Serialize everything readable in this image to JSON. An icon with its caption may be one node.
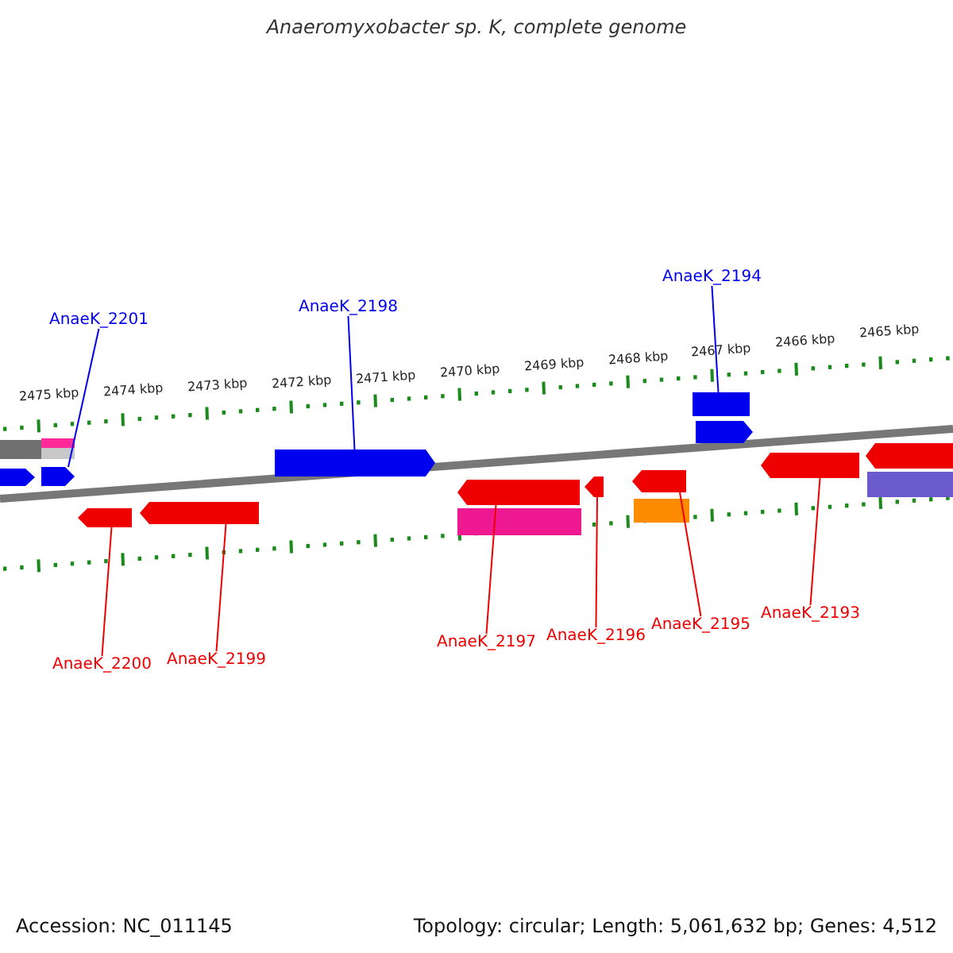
{
  "diagram": {
    "title": "Anaeromyxobacter sp. K, complete genome",
    "nodes": [
      {
        "text": [
          "AnaeK_2201"
        ]
      },
      {
        "text": [
          "AnaeK_2198"
        ]
      },
      {
        "text": [
          "AnaeK_2194"
        ]
      },
      {
        "text": [
          "AnaeK_2200"
        ]
      },
      {
        "text": [
          "AnaeK_2199"
        ]
      },
      {
        "text": [
          "AnaeK_2197"
        ]
      },
      {
        "text": [
          "AnaeK_2196"
        ]
      },
      {
        "text": [
          "AnaeK_2195"
        ]
      },
      {
        "text": [
          "AnaeK_2193"
        ]
      },
      {
        "text": [],
        "shape": "arrow"
      },
      {
        "text": [],
        "shape": "arrow"
      },
      {
        "text": [],
        "shape": "arrow"
      },
      {
        "text": [],
        "shape": "arrow"
      },
      {
        "text": [],
        "shape": "arrow"
      },
      {
        "text": [],
        "shape": "arrow"
      },
      {
        "text": [],
        "shape": "arrow"
      },
      {
        "text": [],
        "shape": "box"
      },
      {
        "text": [],
        "shape": "arrow"
      },
      {
        "text": [],
        "shape": "arrow"
      },
      {
        "text": [],
        "shape": "box"
      },
      {
        "text": [],
        "shape": "box"
      },
      {
        "text": [],
        "shape": "box"
      },
      {
        "text": [],
        "shape": "box"
      },
      {
        "text": [],
        "shape": "box"
      },
      {
        "text": [],
        "shape": "arrow"
      },
      {
        "text": [],
        "shape": "arrow"
      },
      {
        "text": [],
        "shape": "box"
      }
    ],
    "edges": [
      {
        "from": 0,
        "to": 9,
        "arrow": "none",
        "color": "#0000ee"
      },
      {
        "from": 1,
        "to": 12,
        "arrow": "none",
        "color": "#0000ee"
      },
      {
        "from": 2,
        "to": 16,
        "arrow": "none",
        "color": "#0000ee"
      },
      {
        "from": 3,
        "to": 10,
        "arrow": "none"
      },
      {
        "from": 4,
        "to": 11,
        "arrow": "none"
      },
      {
        "from": 5,
        "to": 13,
        "arrow": "none"
      },
      {
        "from": 6,
        "to": 14,
        "arrow": "none"
      },
      {
        "from": 7,
        "to": 15,
        "arrow": "none"
      },
      {
        "from": 8,
        "to": 17,
        "arrow": "none"
      }
    ],
    "labels": [
      "2475 kbp",
      "2474 kbp",
      "2473 kbp",
      "2472 kbp",
      "2471 kbp",
      "2470 kbp",
      "2469 kbp",
      "2468 kbp",
      "2467 kbp",
      "2466 kbp",
      "2465 kbp",
      "Accession: NC_011145",
      "Topology: circular; Length: 5,061,632 bp; Genes: 4,512"
    ]
  }
}
